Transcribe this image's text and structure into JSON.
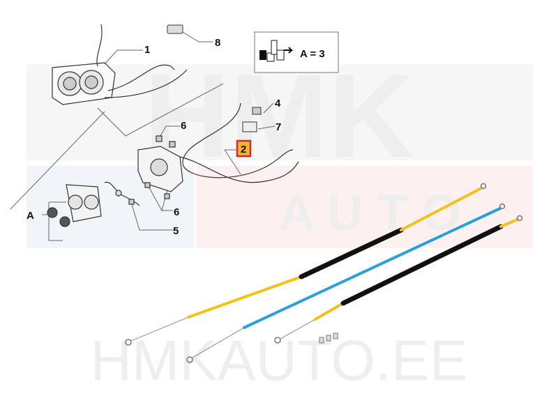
{
  "diagram": {
    "callouts": [
      {
        "id": "1",
        "label": "1"
      },
      {
        "id": "8",
        "label": "8"
      },
      {
        "id": "4",
        "label": "4"
      },
      {
        "id": "7",
        "label": "7"
      },
      {
        "id": "6a",
        "label": "6"
      },
      {
        "id": "2",
        "label": "2",
        "highlighted": true
      },
      {
        "id": "6b",
        "label": "6"
      },
      {
        "id": "A",
        "label": "A"
      },
      {
        "id": "5",
        "label": "5"
      }
    ],
    "kit_box": {
      "text": "A = 3",
      "icon": "parts-kit-icon"
    },
    "highlight_color": "#d9272e",
    "highlight_fill": "#f2b233",
    "cable_colors": {
      "yellow": "#f2c21b",
      "blue": "#2b9fd9",
      "sleeve": "#111111"
    }
  },
  "watermark": {
    "top": "HMK",
    "middle": "A U T O",
    "bottom": "HMKAUTO.EE"
  }
}
